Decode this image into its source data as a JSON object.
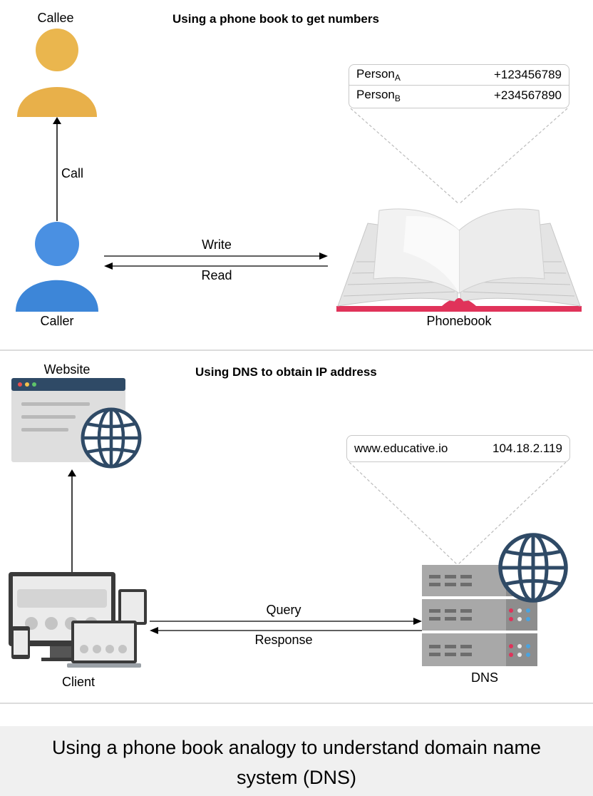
{
  "section1": {
    "title": "Using a phone book to get numbers",
    "callee_label": "Callee",
    "caller_label": "Caller",
    "call_label": "Call",
    "write_label": "Write",
    "read_label": "Read",
    "phonebook_label": "Phonebook",
    "entries": [
      {
        "name": "Person",
        "sub": "A",
        "number": "+123456789"
      },
      {
        "name": "Person",
        "sub": "B",
        "number": "+234567890"
      }
    ]
  },
  "section2": {
    "title": "Using DNS to obtain IP address",
    "website_label": "Website",
    "client_label": "Client",
    "dns_label": "DNS",
    "query_label": "Query",
    "response_label": "Response",
    "record": {
      "domain": "www.educative.io",
      "ip": "104.18.2.119"
    }
  },
  "caption": {
    "line1": "Using a phone book analogy to understand domain name",
    "line2": "system (DNS)"
  },
  "colors": {
    "callee": "#e8b04a",
    "caller": "#3d86d8",
    "book_cover": "#e0335a",
    "globe": "#2f4a66",
    "server": "#a8a8a8"
  }
}
